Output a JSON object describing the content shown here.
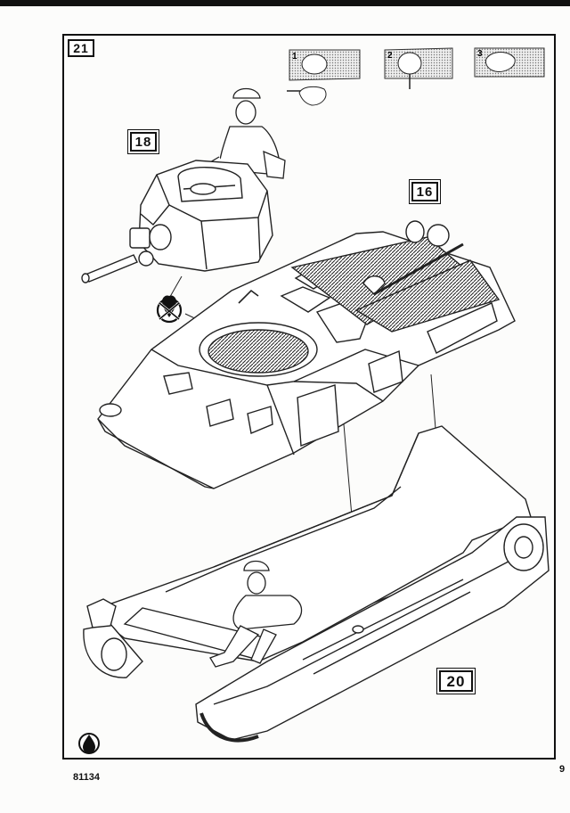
{
  "step": {
    "number": "21"
  },
  "callouts": {
    "turret": "18",
    "engine_deck": "16",
    "hull": "20"
  },
  "detail_insets": [
    "1",
    "2",
    "3"
  ],
  "footer": {
    "kit_code": "81134",
    "page_number": "9"
  },
  "icons": [
    "no-glue-icon",
    "glue-drop-icon"
  ]
}
